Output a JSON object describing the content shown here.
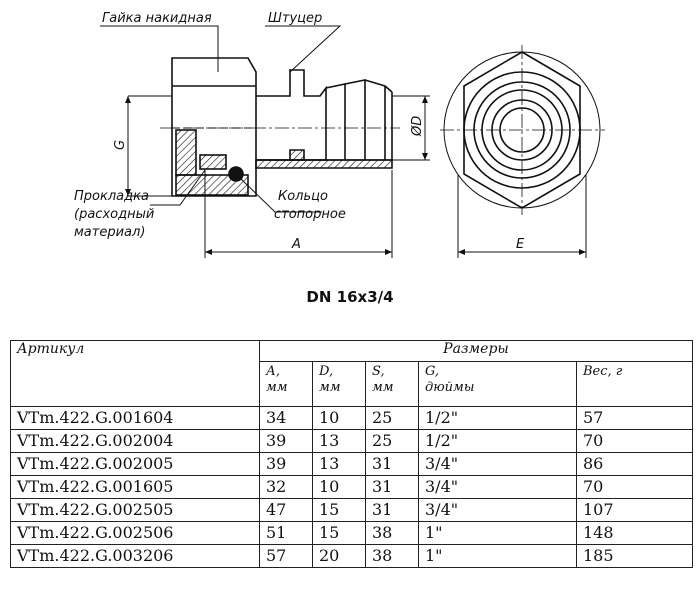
{
  "drawing": {
    "callouts": {
      "nut": "Гайка накидная",
      "fitting": "Штуцер",
      "gasket_line1": "Прокладка",
      "gasket_line2": "(расходный",
      "gasket_line3": "материал)",
      "ring_line1": "Кольцо",
      "ring_line2": "стопорное"
    },
    "dims": {
      "g": "G",
      "d": "ØD",
      "a": "A",
      "e": "E"
    }
  },
  "title": "DN 16х3/4",
  "table": {
    "article_header": "Артикул",
    "sizes_header": "Размеры",
    "subheaders": [
      {
        "l1": "А,",
        "l2": "мм"
      },
      {
        "l1": "D,",
        "l2": "мм"
      },
      {
        "l1": "S,",
        "l2": "мм"
      },
      {
        "l1": "G,",
        "l2": "дюймы"
      },
      {
        "l1": "Вес, г",
        "l2": ""
      }
    ],
    "rows": [
      [
        "VTm.422.G.001604",
        "34",
        "10",
        "25",
        "1/2\"",
        "57"
      ],
      [
        "VTm.422.G.002004",
        "39",
        "13",
        "25",
        "1/2\"",
        "70"
      ],
      [
        "VTm.422.G.002005",
        "39",
        "13",
        "31",
        "3/4\"",
        "86"
      ],
      [
        "VTm.422.G.001605",
        "32",
        "10",
        "31",
        "3/4\"",
        "70"
      ],
      [
        "VTm.422.G.002505",
        "47",
        "15",
        "31",
        "3/4\"",
        "107"
      ],
      [
        "VTm.422.G.002506",
        "51",
        "15",
        "38",
        "1\"",
        "148"
      ],
      [
        "VTm.422.G.003206",
        "57",
        "20",
        "38",
        "1\"",
        "185"
      ]
    ]
  }
}
